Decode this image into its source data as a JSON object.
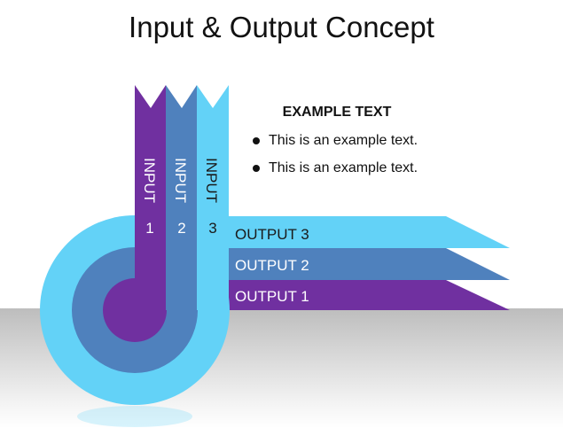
{
  "title": "Input & Output  Concept",
  "text_box": {
    "heading": "EXAMPLE TEXT",
    "bullets": [
      "This is an example text.",
      "This is an example text."
    ]
  },
  "inputs": [
    {
      "label": "INPUT",
      "number": "1",
      "color": "#7030a0"
    },
    {
      "label": "INPUT",
      "number": "2",
      "color": "#4f81bd"
    },
    {
      "label": "INPUT",
      "number": "3",
      "color": "#63d2f7"
    }
  ],
  "outputs": [
    {
      "label": "OUTPUT 3",
      "color": "#63d2f7"
    },
    {
      "label": "OUTPUT 2",
      "color": "#4f81bd"
    },
    {
      "label": "OUTPUT 1",
      "color": "#7030a0"
    }
  ]
}
